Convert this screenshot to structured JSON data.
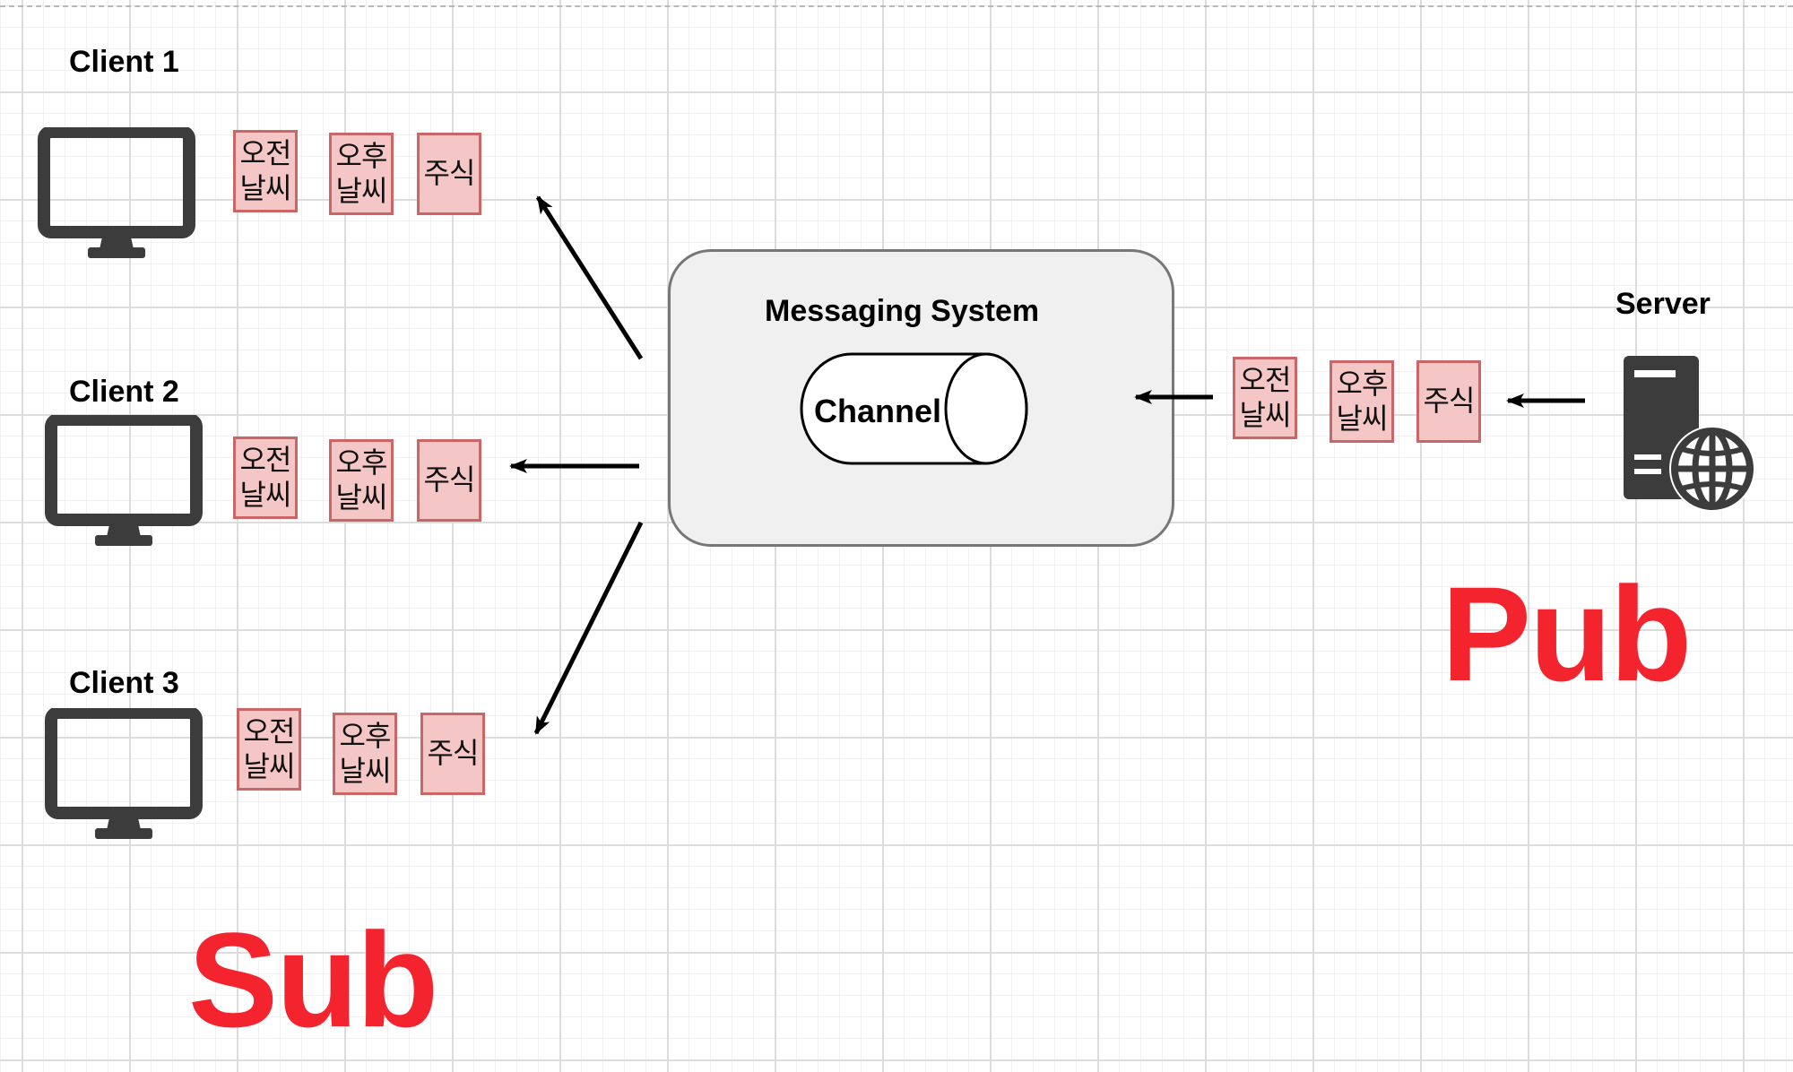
{
  "clients": [
    {
      "label": "Client 1",
      "tags": [
        "오전\n날씨",
        "오후\n날씨",
        "주식"
      ]
    },
    {
      "label": "Client 2",
      "tags": [
        "오전\n날씨",
        "오후\n날씨",
        "주식"
      ]
    },
    {
      "label": "Client 3",
      "tags": [
        "오전\n날씨",
        "오후\n날씨",
        "주식"
      ]
    }
  ],
  "messaging_system": {
    "title": "Messaging System",
    "channel_label": "Channel"
  },
  "publisher_tags": [
    "오전\n날씨",
    "오후\n날씨",
    "주식"
  ],
  "server": {
    "label": "Server"
  },
  "sub_label": "Sub",
  "pub_label": "Pub",
  "colors": {
    "tag_fill": "#f5c6c6",
    "tag_border": "#cc6666",
    "accent_red": "#f4242e",
    "icon_dark": "#3c3c3c"
  },
  "icons": [
    "monitor-icon",
    "server-globe-icon",
    "channel-cylinder-icon",
    "arrow-icon"
  ]
}
